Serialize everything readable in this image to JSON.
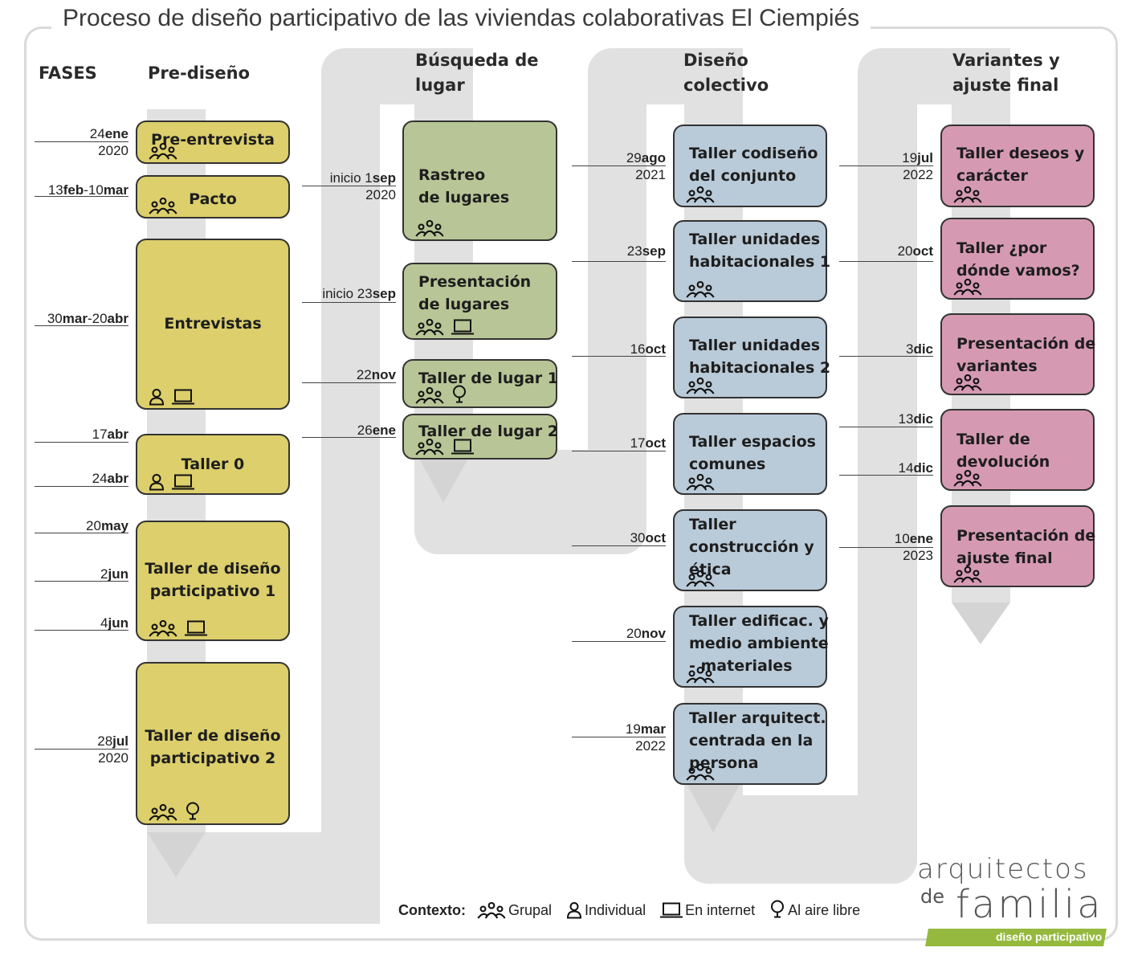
{
  "title": "Proceso de diseño participativo de las viviendas colaborativas El Ciempiés",
  "fases_label": "FASES",
  "colors": {
    "yellow": "#dccf6c",
    "green": "#b8c596",
    "blue": "#b9cad8",
    "pink": "#d59ab2",
    "flow": "#e1e1e1"
  },
  "phases": [
    {
      "lines": [
        "Pre-diseño"
      ]
    },
    {
      "lines": [
        "Búsqueda de",
        "lugar"
      ]
    },
    {
      "lines": [
        "Diseño",
        "colectivo"
      ]
    },
    {
      "lines": [
        "Variantes y",
        "ajuste final"
      ]
    }
  ],
  "boxes": [
    {
      "lines": [
        "Pre-entrevista"
      ],
      "icons": [
        "group-icon"
      ]
    },
    {
      "lines": [
        "Pacto"
      ],
      "icons": [
        "group-icon"
      ]
    },
    {
      "lines": [
        "Entrevistas"
      ],
      "icons": [
        "person-icon",
        "laptop-icon"
      ]
    },
    {
      "lines": [
        "Taller 0"
      ],
      "icons": [
        "person-icon",
        "laptop-icon"
      ]
    },
    {
      "lines": [
        "Taller de diseño",
        "participativo 1"
      ],
      "icons": [
        "group-icon",
        "laptop-icon"
      ]
    },
    {
      "lines": [
        "Taller de diseño",
        "participativo 2"
      ],
      "icons": [
        "group-icon",
        "tree-icon"
      ]
    },
    {
      "lines": [
        "Rastreo",
        "de lugares"
      ],
      "icons": [
        "group-icon"
      ]
    },
    {
      "lines": [
        "Presentación",
        "de lugares"
      ],
      "icons": [
        "group-icon",
        "laptop-icon"
      ]
    },
    {
      "lines": [
        "Taller de lugar 1"
      ],
      "icons": [
        "group-icon",
        "tree-icon"
      ]
    },
    {
      "lines": [
        "Taller de lugar 2"
      ],
      "icons": [
        "group-icon",
        "laptop-icon"
      ]
    },
    {
      "lines": [
        "Taller codiseño",
        "del conjunto"
      ],
      "icons": [
        "group-icon"
      ]
    },
    {
      "lines": [
        "Taller unidades",
        "habitacionales 1"
      ],
      "icons": [
        "group-icon"
      ]
    },
    {
      "lines": [
        "Taller unidades",
        "habitacionales 2"
      ],
      "icons": [
        "group-icon"
      ]
    },
    {
      "lines": [
        "Taller espacios",
        "comunes"
      ],
      "icons": [
        "group-icon"
      ]
    },
    {
      "lines": [
        "Taller",
        "construcción y",
        "ética"
      ],
      "icons": [
        "group-icon"
      ]
    },
    {
      "lines": [
        "Taller edificac. y",
        "medio ambiente",
        "- materiales"
      ],
      "icons": [
        "group-icon"
      ]
    },
    {
      "lines": [
        "Taller arquitect.",
        "centrada en la",
        "persona"
      ],
      "icons": [
        "group-icon"
      ]
    },
    {
      "lines": [
        "Taller deseos y",
        "carácter"
      ],
      "icons": [
        "group-icon"
      ]
    },
    {
      "lines": [
        "Taller ¿por",
        "dónde vamos?"
      ],
      "icons": [
        "group-icon"
      ]
    },
    {
      "lines": [
        "Presentación de",
        "variantes"
      ],
      "icons": [
        "group-icon"
      ]
    },
    {
      "lines": [
        "Taller de",
        "devolución"
      ],
      "icons": [
        "group-icon"
      ]
    },
    {
      "lines": [
        "Presentación de",
        "ajuste final"
      ],
      "icons": [
        "group-icon"
      ]
    }
  ],
  "dates": [
    {
      "lines": [
        [
          [
            "24",
            false
          ],
          [
            "ene",
            true
          ]
        ],
        [
          [
            "2020",
            false
          ]
        ]
      ]
    },
    {
      "lines": [
        [
          [
            "13",
            false
          ],
          [
            "feb",
            true
          ],
          [
            "-10",
            false
          ],
          [
            "mar",
            true
          ]
        ]
      ]
    },
    {
      "lines": [
        [
          [
            "30",
            false
          ],
          [
            "mar",
            true
          ],
          [
            "-20",
            false
          ],
          [
            "abr",
            true
          ]
        ]
      ]
    },
    {
      "lines": [
        [
          [
            "17",
            false
          ],
          [
            "abr",
            true
          ]
        ]
      ]
    },
    {
      "lines": [
        [
          [
            "24",
            false
          ],
          [
            "abr",
            true
          ]
        ]
      ]
    },
    {
      "lines": [
        [
          [
            "20",
            false
          ],
          [
            "may",
            true
          ]
        ]
      ]
    },
    {
      "lines": [
        [
          [
            "2",
            false
          ],
          [
            "jun",
            true
          ]
        ]
      ]
    },
    {
      "lines": [
        [
          [
            "4",
            false
          ],
          [
            "jun",
            true
          ]
        ]
      ]
    },
    {
      "lines": [
        [
          [
            "28",
            false
          ],
          [
            "jul",
            true
          ]
        ],
        [
          [
            "2020",
            false
          ]
        ]
      ]
    },
    {
      "lines": [
        [
          [
            "inicio 1",
            false
          ],
          [
            "sep",
            true
          ]
        ],
        [
          [
            "2020",
            false
          ]
        ]
      ]
    },
    {
      "lines": [
        [
          [
            "inicio 23",
            false
          ],
          [
            "sep",
            true
          ]
        ]
      ]
    },
    {
      "lines": [
        [
          [
            "22",
            false
          ],
          [
            "nov",
            true
          ]
        ]
      ]
    },
    {
      "lines": [
        [
          [
            "26",
            false
          ],
          [
            "ene",
            true
          ]
        ]
      ]
    },
    {
      "lines": [
        [
          [
            "29",
            false
          ],
          [
            "ago",
            true
          ]
        ],
        [
          [
            "2021",
            false
          ]
        ]
      ]
    },
    {
      "lines": [
        [
          [
            "23",
            false
          ],
          [
            "sep",
            true
          ]
        ]
      ]
    },
    {
      "lines": [
        [
          [
            "16",
            false
          ],
          [
            "oct",
            true
          ]
        ]
      ]
    },
    {
      "lines": [
        [
          [
            "17",
            false
          ],
          [
            "oct",
            true
          ]
        ]
      ]
    },
    {
      "lines": [
        [
          [
            "30",
            false
          ],
          [
            "oct",
            true
          ]
        ]
      ]
    },
    {
      "lines": [
        [
          [
            "20",
            false
          ],
          [
            "nov",
            true
          ]
        ]
      ]
    },
    {
      "lines": [
        [
          [
            "19",
            false
          ],
          [
            "mar",
            true
          ]
        ],
        [
          [
            "2022",
            false
          ]
        ]
      ]
    },
    {
      "lines": [
        [
          [
            "19",
            false
          ],
          [
            "jul",
            true
          ]
        ],
        [
          [
            "2022",
            false
          ]
        ]
      ]
    },
    {
      "lines": [
        [
          [
            "20",
            false
          ],
          [
            "oct",
            true
          ]
        ]
      ]
    },
    {
      "lines": [
        [
          [
            "3",
            false
          ],
          [
            "dic",
            true
          ]
        ]
      ]
    },
    {
      "lines": [
        [
          [
            "13",
            false
          ],
          [
            "dic",
            true
          ]
        ]
      ]
    },
    {
      "lines": [
        [
          [
            "14",
            false
          ],
          [
            "dic",
            true
          ]
        ]
      ]
    },
    {
      "lines": [
        [
          [
            "10",
            false
          ],
          [
            "ene",
            true
          ]
        ],
        [
          [
            "2023",
            false
          ]
        ]
      ]
    }
  ],
  "legend": {
    "context_label": "Contexto:",
    "items": [
      {
        "icon": "group-icon",
        "label": "Grupal"
      },
      {
        "icon": "person-icon",
        "label": "Individual"
      },
      {
        "icon": "laptop-icon",
        "label": "En internet"
      },
      {
        "icon": "tree-icon",
        "label": "Al aire libre"
      }
    ]
  },
  "logo": {
    "line1": "arquitectos",
    "line2": "de",
    "line3": "familia",
    "tagline": "diseño participativo"
  }
}
